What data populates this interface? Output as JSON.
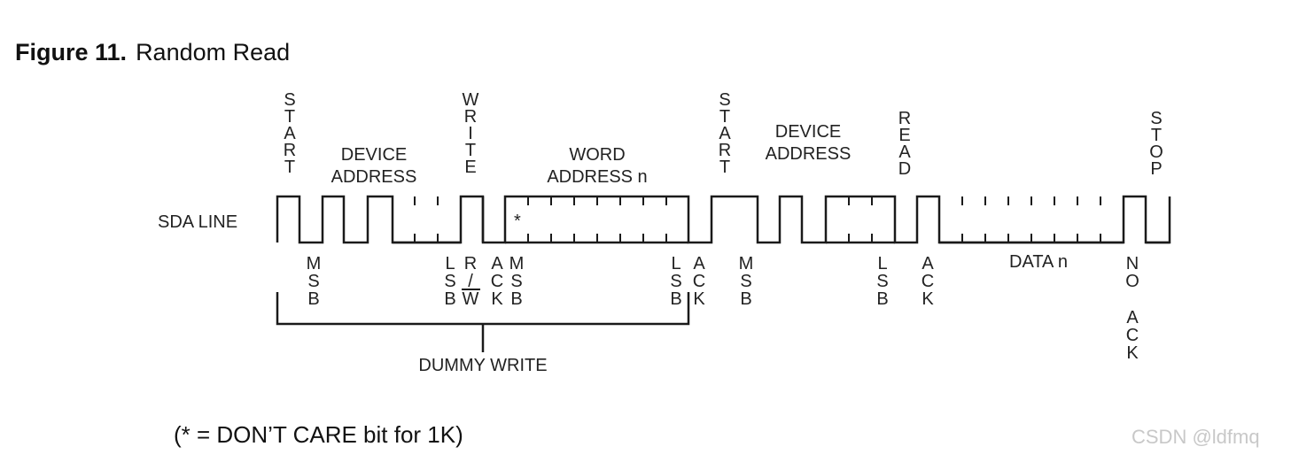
{
  "figure": {
    "number": "Figure 11.",
    "title": "Random Read"
  },
  "diagram": {
    "sda_label": "SDA LINE",
    "labels_above": {
      "start1": "START",
      "device_address1_line1": "DEVICE",
      "device_address1_line2": "ADDRESS",
      "write": "WRITE",
      "word_address_line1": "WORD",
      "word_address_line2": "ADDRESS n",
      "start2": "START",
      "device_address2_line1": "DEVICE",
      "device_address2_line2": "ADDRESS",
      "read": "READ",
      "stop": "STOP"
    },
    "labels_below": {
      "msb1": "MSB",
      "lsb1": "LSB",
      "rw_r": "R",
      "rw_slash": "/",
      "rw_w": "W",
      "ack1": "ACK",
      "msb2": "MSB",
      "lsb2": "LSB",
      "ack2": "ACK",
      "msb3": "MSB",
      "lsb3": "LSB",
      "ack3": "ACK",
      "data_n": "DATA n",
      "no": "NO",
      "no_ack": "ACK"
    },
    "dont_care_mark": "*",
    "dummy_write": "DUMMY WRITE"
  },
  "footnote": "(* = DON’T CARE bit for 1K)",
  "watermark": "CSDN @ldfmq"
}
